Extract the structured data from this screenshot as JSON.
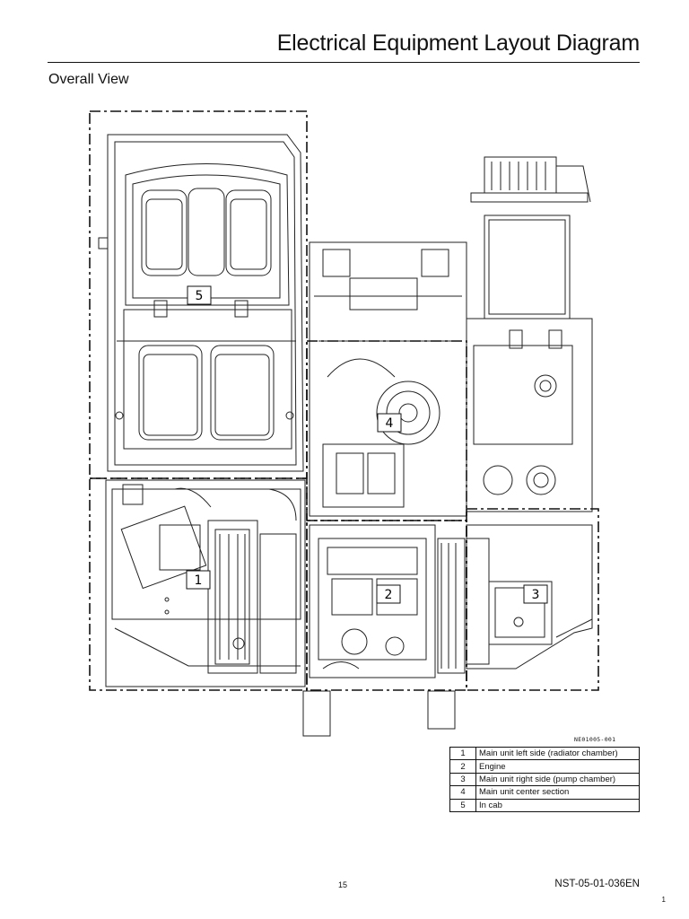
{
  "header": {
    "title": "Electrical Equipment Layout Diagram",
    "subtitle": "Overall View"
  },
  "diagram": {
    "figure_code": "NE01005-001",
    "callouts": [
      {
        "id": "1"
      },
      {
        "id": "2"
      },
      {
        "id": "3"
      },
      {
        "id": "4"
      },
      {
        "id": "5"
      }
    ]
  },
  "legend": {
    "rows": [
      {
        "num": "1",
        "label": "Main unit left side (radiator chamber)"
      },
      {
        "num": "2",
        "label": "Engine"
      },
      {
        "num": "3",
        "label": "Main unit right side (pump chamber)"
      },
      {
        "num": "4",
        "label": "Main unit center section"
      },
      {
        "num": "5",
        "label": "In cab"
      }
    ]
  },
  "footer": {
    "page_number": "15",
    "doc_id": "NST-05-01-036EN",
    "corner_number": "1"
  }
}
